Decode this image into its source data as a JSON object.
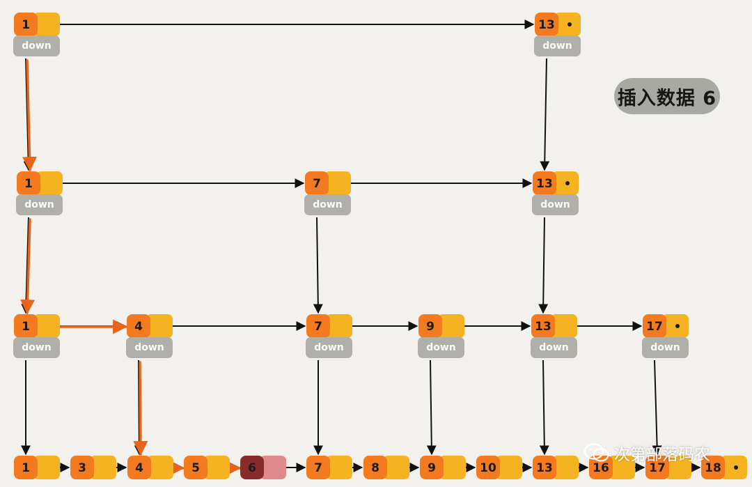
{
  "title": "插入数据 6",
  "watermark": "次第部落码农",
  "down_label": "down",
  "colors": {
    "node_value": "#f47a20",
    "node_next": "#f5b321",
    "down_box": "#b0afaa",
    "inserted_value": "#8a2b2b",
    "inserted_next": "#e0898a",
    "arrow": "#111111",
    "search_path": "#e8641c"
  },
  "levels": [
    {
      "name": "level-3",
      "nodes": [
        "1",
        "13"
      ]
    },
    {
      "name": "level-2",
      "nodes": [
        "1",
        "7",
        "13"
      ]
    },
    {
      "name": "level-1",
      "nodes": [
        "1",
        "4",
        "7",
        "9",
        "13",
        "17"
      ]
    },
    {
      "name": "base",
      "nodes": [
        "1",
        "3",
        "4",
        "5",
        "6",
        "7",
        "8",
        "9",
        "10",
        "13",
        "16",
        "17",
        "18"
      ]
    }
  ],
  "inserted": "6",
  "null_pointer_nodes": [
    "13",
    "17",
    "18"
  ]
}
